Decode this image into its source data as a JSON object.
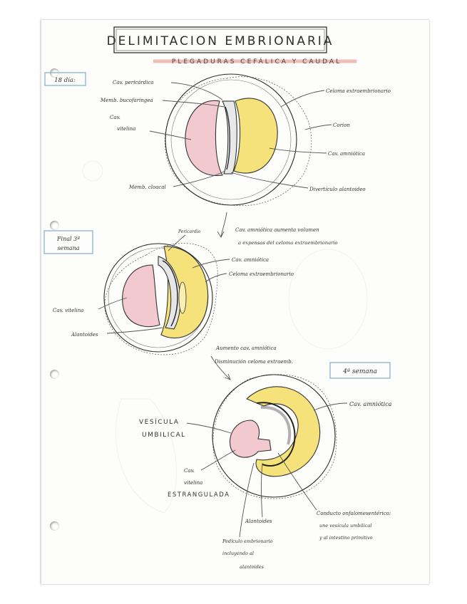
{
  "title": "DELIMITACION EMBRIONARIA",
  "subtitle": "PLEGADURAS CEFÁLICA Y CAUDAL",
  "stage1": {
    "badge": "18 día:",
    "labels": {
      "cav_pericardica": "Cav. pericárdica",
      "memb_bucofaringea": "Memb. bucofaringea",
      "cav": "Cav.",
      "vitelina": "vitelina",
      "memb_cloacal": "Memb. cloacal",
      "celoma_extraembrionario": "Celoma extraembrionario",
      "corion": "Corion",
      "cav_amniotica": "Cav. amniótica",
      "diverticulo_alantoideo": "Divertículo alantoideo"
    }
  },
  "stage2": {
    "badge_line1": "Final 3ª",
    "badge_line2": "semana",
    "labels": {
      "pericardio": "Pericardio",
      "note_line1": "Cav. amniótica aumenta volumen",
      "note_line2": "a expensas del celoma extraembrionario",
      "cav_amniotica": "Cav. amniótica",
      "celoma_extraembrionario": "Celoma extraembrionario",
      "cav_vitelina": "Cav. vitelina",
      "alantoides": "Alantoides",
      "aumento": "Aumento cav. amniótica",
      "disminucion": "Disminución celoma extraemb."
    }
  },
  "stage3": {
    "badge": "4ª semana",
    "labels": {
      "cav_amniotica": "Cav. amniótica",
      "vesicula": "VESÍCULA",
      "umbilical": "UMBILICAL",
      "cav": "Cav.",
      "vitelina": "vitelina",
      "estrangulada": "ESTRANGULADA",
      "alantoides": "Alantoides",
      "pediculo_1": "Pedículo embrionario",
      "pediculo_2": "incluyendo al",
      "pediculo_3": "alantoides",
      "conducto_1": "Conducto onfalomesentérico:",
      "conducto_2": "une vesícula umbilical",
      "conducto_3": "y al intestino primitivo"
    }
  },
  "colors": {
    "yolk_sac": "#f2c9cf",
    "amnion": "#f6e27a",
    "amnion_light": "#fbeeb0",
    "badge_border": "#8fb8d8",
    "subtitle_line": "#e8a39b",
    "ink": "#2a2a2a"
  }
}
